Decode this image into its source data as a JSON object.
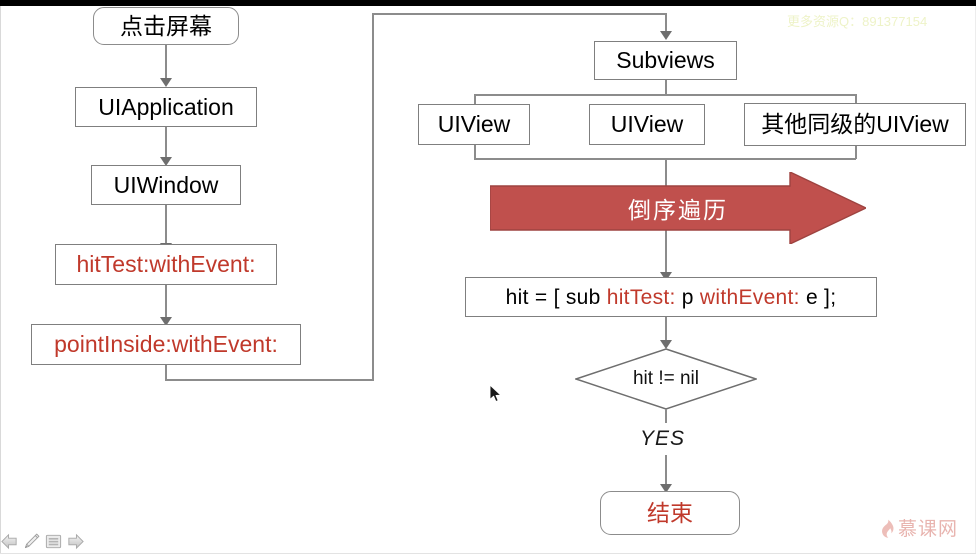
{
  "watermark": {
    "text": "更多资源Q：891377154",
    "color": "#eef3c8"
  },
  "colors": {
    "red": "#c0392b",
    "arrow_fill": "#c0504d",
    "node_border": "#7f7f7f",
    "logo": "#d7786f"
  },
  "left_flow": {
    "nodes": [
      {
        "id": "start",
        "label": "点击屏幕",
        "shape": "rounded",
        "red": false
      },
      {
        "id": "uiapplication",
        "label": "UIApplication",
        "shape": "rect",
        "red": false
      },
      {
        "id": "uiwindow",
        "label": "UIWindow",
        "shape": "rect",
        "red": false
      },
      {
        "id": "hittest",
        "label": "hitTest:withEvent:",
        "shape": "rect",
        "red": true
      },
      {
        "id": "pointinside",
        "label": "pointInside:withEvent:",
        "shape": "rect",
        "red": true
      }
    ]
  },
  "right_flow": {
    "subviews": {
      "label": "Subviews"
    },
    "children": [
      {
        "id": "uiview-1",
        "label": "UIView"
      },
      {
        "id": "uiview-2",
        "label": "UIView"
      },
      {
        "id": "uiview-other",
        "label": "其他同级的UIView"
      }
    ],
    "banner": {
      "label": "倒序遍历"
    },
    "code": {
      "parts": [
        {
          "text": "hit = [ sub ",
          "red": false
        },
        {
          "text": "hitTest:",
          "red": true
        },
        {
          "text": " p ",
          "red": false
        },
        {
          "text": "withEvent:",
          "red": true
        },
        {
          "text": " e ];",
          "red": false
        }
      ],
      "plain": "hit = [ sub hitTest: p withEvent: e ];"
    },
    "decision": {
      "label": "hit != nil",
      "branch_label": "YES"
    },
    "end": {
      "label": "结束"
    }
  },
  "toolbar": {
    "items": [
      {
        "id": "prev",
        "icon": "left-arrow-icon",
        "label": ""
      },
      {
        "id": "pen",
        "icon": "pen-icon",
        "label": ""
      },
      {
        "id": "list",
        "icon": "list-icon",
        "label": ""
      },
      {
        "id": "next",
        "icon": "right-arrow-icon",
        "label": ""
      }
    ]
  },
  "brand": {
    "name": "慕课网",
    "icon": "flame-icon"
  }
}
